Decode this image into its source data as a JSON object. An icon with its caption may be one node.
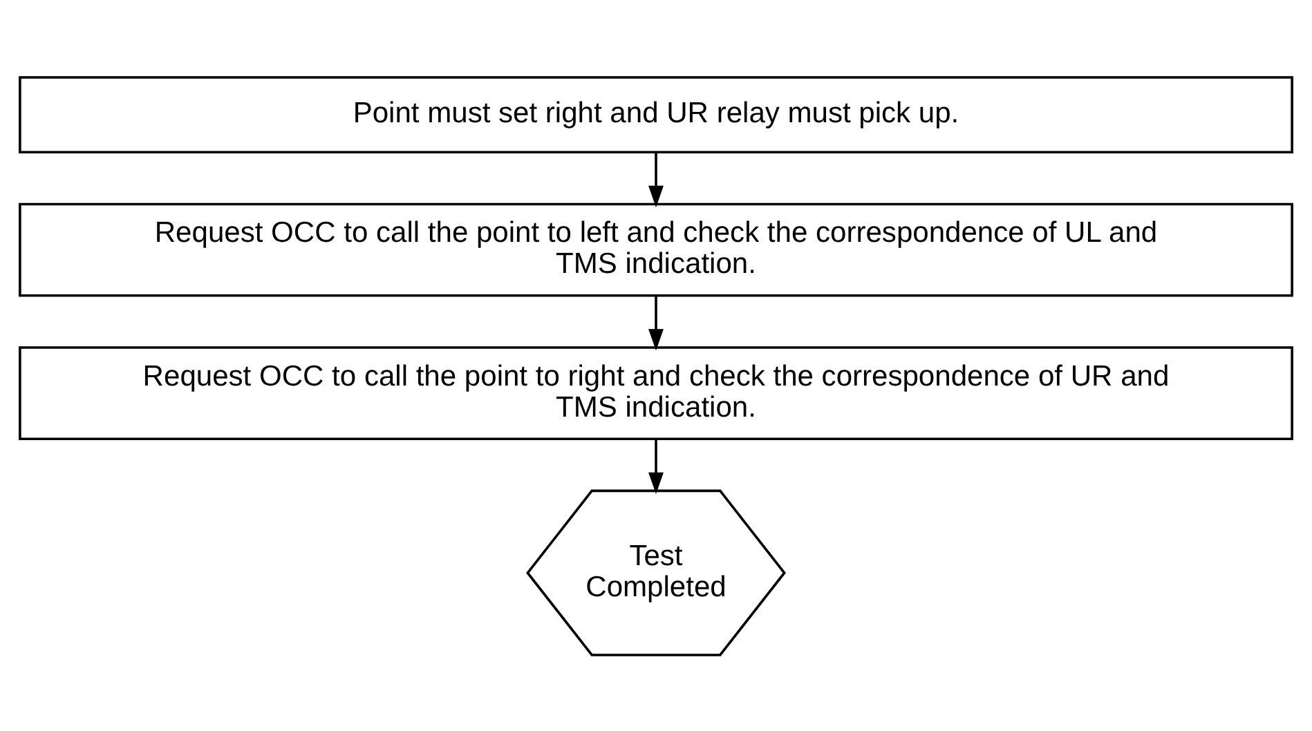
{
  "diagram": {
    "nodes": [
      {
        "text": [
          "Point must set right and UR relay must pick up."
        ]
      },
      {
        "text": [
          "Request OCC to call the point to left and check the correspondence of UL and TMS indication."
        ]
      },
      {
        "text": [
          "Request OCC to call the point to right and check the correspondence of UR and TMS indication."
        ]
      },
      {
        "text": [
          "Test Completed"
        ]
      }
    ],
    "edges": [
      {
        "from": 0,
        "to": 1,
        "arrow": "to"
      },
      {
        "from": 1,
        "to": 2,
        "arrow": "to"
      },
      {
        "from": 2,
        "to": 3,
        "arrow": "to"
      }
    ]
  }
}
